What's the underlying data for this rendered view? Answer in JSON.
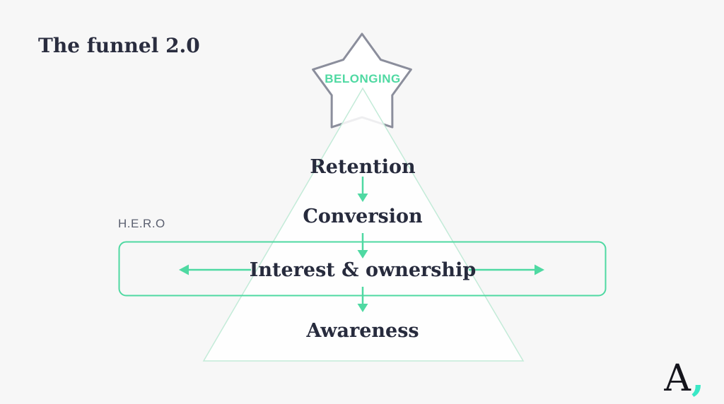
{
  "slide": {
    "title": "The funnel 2.0"
  },
  "star": {
    "label": "BELONGING"
  },
  "funnel": {
    "stages": [
      {
        "label": "Retention"
      },
      {
        "label": "Conversion"
      },
      {
        "label": "Interest & ownership"
      },
      {
        "label": "Awareness"
      }
    ]
  },
  "hero_frame": {
    "label": "H.E.R.O"
  },
  "logo": {
    "letter": "A",
    "mark": ","
  },
  "icons": [
    {
      "name": "star-outline-icon"
    },
    {
      "name": "down-arrow-icon"
    },
    {
      "name": "left-arrow-icon"
    },
    {
      "name": "right-arrow-icon"
    }
  ],
  "colors": {
    "background": "#f7f7f7",
    "accent_green": "#4fd9a2",
    "mint_outline": "#c3ebd8",
    "star_gray": "#8b8e9c",
    "text_navy": "#272b3d",
    "label_gray": "#5b6070",
    "logo_teal": "#3ae8c6"
  }
}
